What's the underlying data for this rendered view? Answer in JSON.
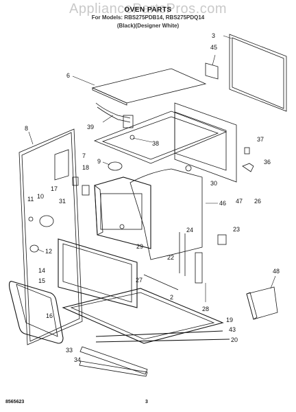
{
  "header": {
    "watermark": "AppliancePartsPros.com",
    "title": "OVEN PARTS",
    "models": "For Models: RBS275PDB14, RBS275PDQ14",
    "colors": "(Black)(Designer White)"
  },
  "footer": {
    "doc_number": "8565623",
    "page_number": "3"
  },
  "callouts": [
    "2",
    "3",
    "6",
    "7",
    "8",
    "9",
    "10",
    "11",
    "12",
    "14",
    "15",
    "16",
    "17",
    "18",
    "19",
    "20",
    "22",
    "23",
    "24",
    "26",
    "27",
    "28",
    "29",
    "30",
    "31",
    "33",
    "34",
    "36",
    "37",
    "38",
    "39",
    "43",
    "45",
    "46",
    "47",
    "48"
  ]
}
